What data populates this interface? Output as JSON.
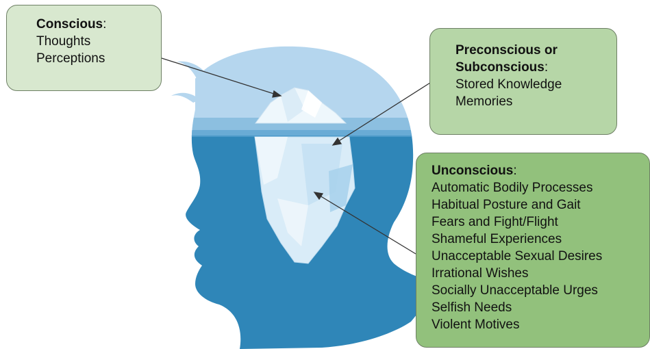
{
  "colors": {
    "sky": "#b5d6ee",
    "water": "#2f86b8",
    "ice": "#e9f4fb",
    "conscious_box": "#d8e8cf",
    "preconscious_box": "#b6d6a7",
    "unconscious_box": "#92c17c"
  },
  "conscious": {
    "title": "Conscious",
    "colon": ":",
    "items": [
      "Thoughts",
      "Perceptions"
    ]
  },
  "preconscious": {
    "title_line1": "Preconscious or",
    "title_line2": "Subconscious",
    "colon": ":",
    "items": [
      "Stored Knowledge",
      "Memories"
    ]
  },
  "unconscious": {
    "title": "Unconscious",
    "colon": ":",
    "items": [
      "Automatic Bodily Processes",
      "Habitual Posture and Gait",
      "Fears and Fight/Flight",
      "Shameful Experiences",
      "Unacceptable Sexual Desires",
      "Irrational Wishes",
      "Socially Unacceptable Urges",
      "Selfish Needs",
      "Violent Motives"
    ]
  }
}
